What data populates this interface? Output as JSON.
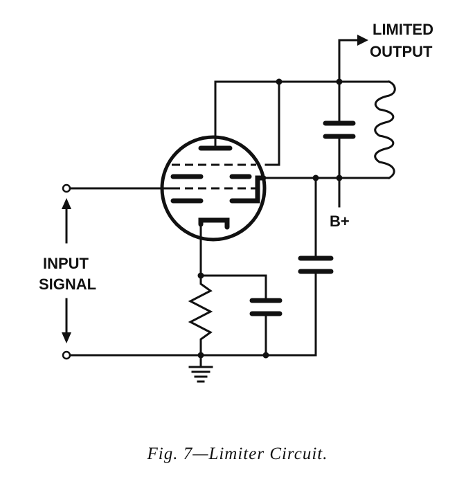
{
  "labels": {
    "output_line1": "LIMITED",
    "output_line2": "OUTPUT",
    "input_line1": "INPUT",
    "input_line2": "SIGNAL",
    "supply": "B+"
  },
  "caption": "Fig. 7—Limiter Circuit.",
  "colors": {
    "ink": "#111111",
    "background": "#ffffff"
  }
}
